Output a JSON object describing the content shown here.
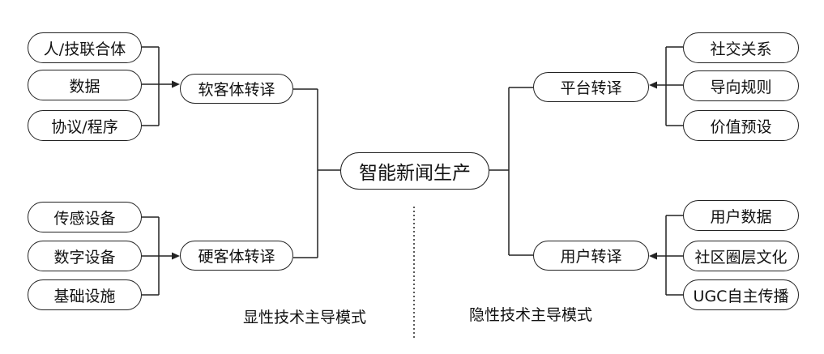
{
  "center": "智能新闻生产",
  "left": {
    "upper": {
      "label": "软客体转译",
      "items": [
        "人/技联合体",
        "数据",
        "协议/程序"
      ]
    },
    "lower": {
      "label": "硬客体转译",
      "items": [
        "传感设备",
        "数字设备",
        "基础设施"
      ]
    }
  },
  "right": {
    "upper": {
      "label": "平台转译",
      "items": [
        "社交关系",
        "导向规则",
        "价值预设"
      ]
    },
    "lower": {
      "label": "用户转译",
      "items": [
        "用户数据",
        "社区圈层文化",
        "UGC自主传播"
      ]
    }
  },
  "captions": {
    "explicit": "显性技术主导模式",
    "implicit": "隐性技术主导模式"
  }
}
